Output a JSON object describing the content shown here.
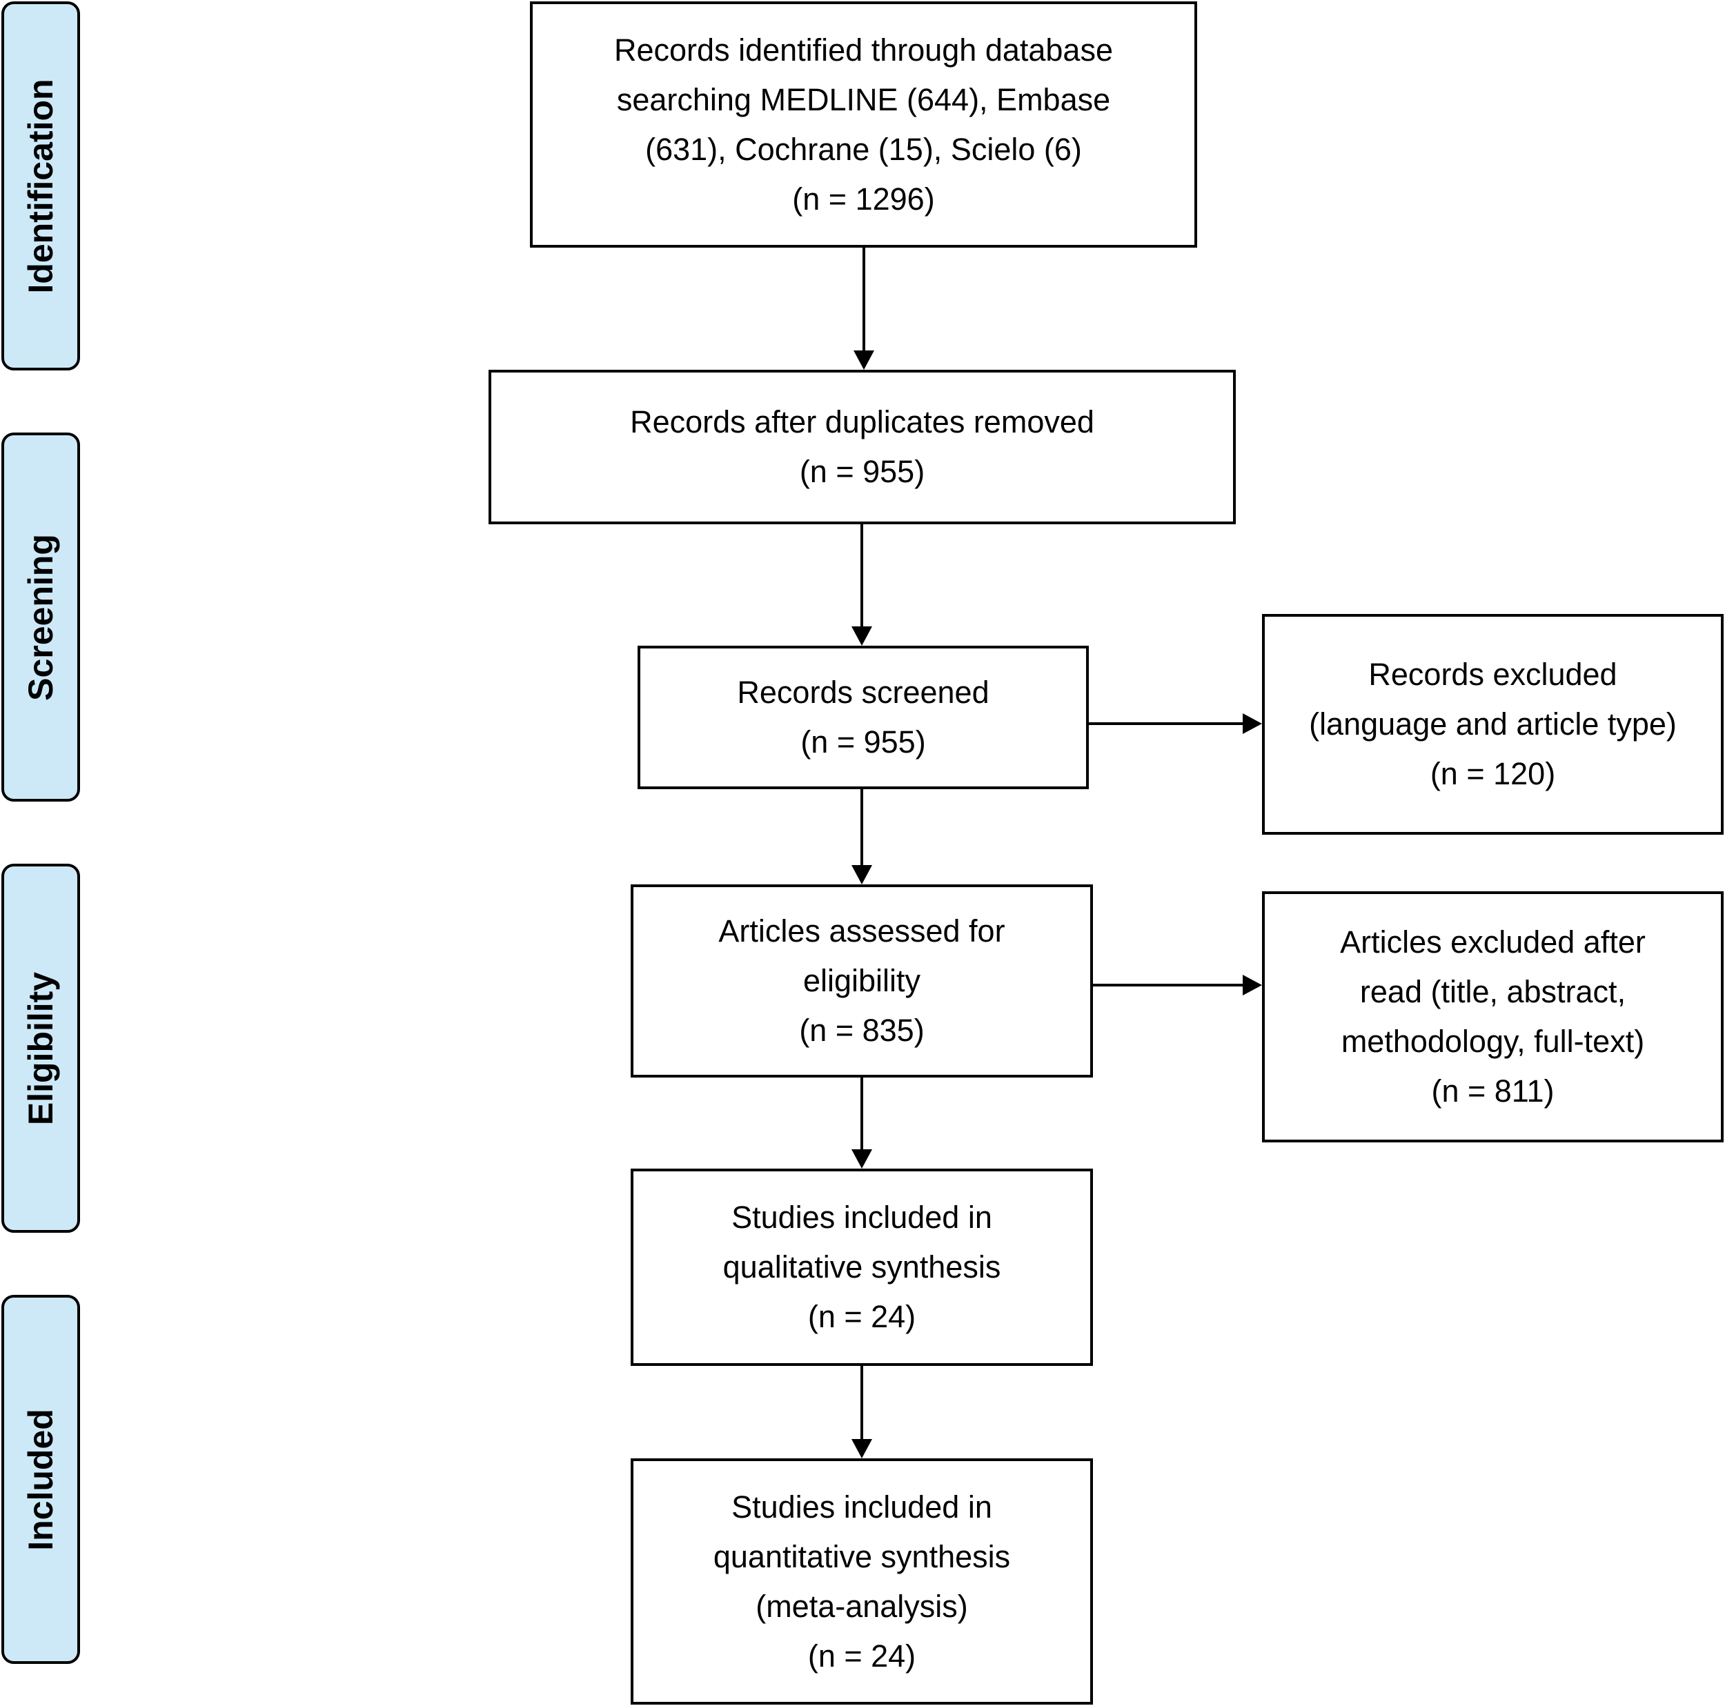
{
  "stages": [
    {
      "id": "identification",
      "label": "Identification"
    },
    {
      "id": "screening",
      "label": "Screening"
    },
    {
      "id": "eligibility",
      "label": "Eligibility"
    },
    {
      "id": "included",
      "label": "Included"
    }
  ],
  "boxes": {
    "identified": {
      "lines": [
        "Records identified through database",
        "searching MEDLINE (644), Embase",
        "(631), Cochrane (15), Scielo (6)",
        "(n = 1296)"
      ]
    },
    "deduplicated": {
      "lines": [
        "Records after duplicates removed",
        "(n = 955)"
      ]
    },
    "screened": {
      "lines": [
        "Records screened",
        "(n = 955)"
      ]
    },
    "excluded_screening": {
      "lines": [
        "Records excluded",
        "(language and article type)",
        "(n = 120)"
      ]
    },
    "eligibility": {
      "lines": [
        "Articles assessed for",
        "eligibility",
        "(n = 835)"
      ]
    },
    "excluded_eligibility": {
      "lines": [
        "Articles excluded after",
        "read (title, abstract,",
        "methodology, full-text)",
        "(n = 811)"
      ]
    },
    "qualitative": {
      "lines": [
        "Studies included in",
        "qualitative synthesis",
        "(n = 24)"
      ]
    },
    "quantitative": {
      "lines": [
        "Studies included in",
        "quantitative synthesis",
        "(meta-analysis)",
        "(n = 24)"
      ]
    }
  },
  "colors": {
    "stage_fill": "#cde9f8",
    "stroke": "#000000",
    "box_fill": "#ffffff"
  }
}
